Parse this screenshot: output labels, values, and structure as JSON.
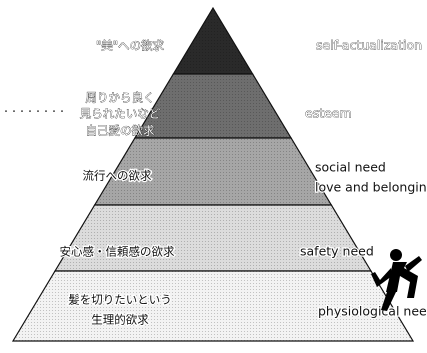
{
  "diagram": {
    "levels": [
      {
        "japanese_lines": [
          "\"美\"への欲求"
        ],
        "english_lines": [
          "self-actualization"
        ],
        "fill": "#2a2a2a"
      },
      {
        "japanese_lines": [
          "周りから良く",
          "見られたいなど",
          "自己愛の欲求"
        ],
        "english_lines": [
          "esteem"
        ],
        "fill": "#6e6e6e"
      },
      {
        "japanese_lines": [
          "流行への欲求"
        ],
        "english_lines": [
          "social need",
          "love and belonging"
        ],
        "fill": "#a6a6a6"
      },
      {
        "japanese_lines": [
          "安心感・信頼感の欲求"
        ],
        "english_lines": [
          "safety need"
        ],
        "fill": "#dcdcdc"
      },
      {
        "japanese_lines": [
          "髪を切りたいという",
          "生理的欲求"
        ],
        "english_lines": [
          "physiological need"
        ],
        "fill": "#f3f3f3"
      }
    ],
    "side_text": "・・・・・・・・",
    "figure_icon": "climbing-person-icon",
    "outline_color": "#111111"
  }
}
